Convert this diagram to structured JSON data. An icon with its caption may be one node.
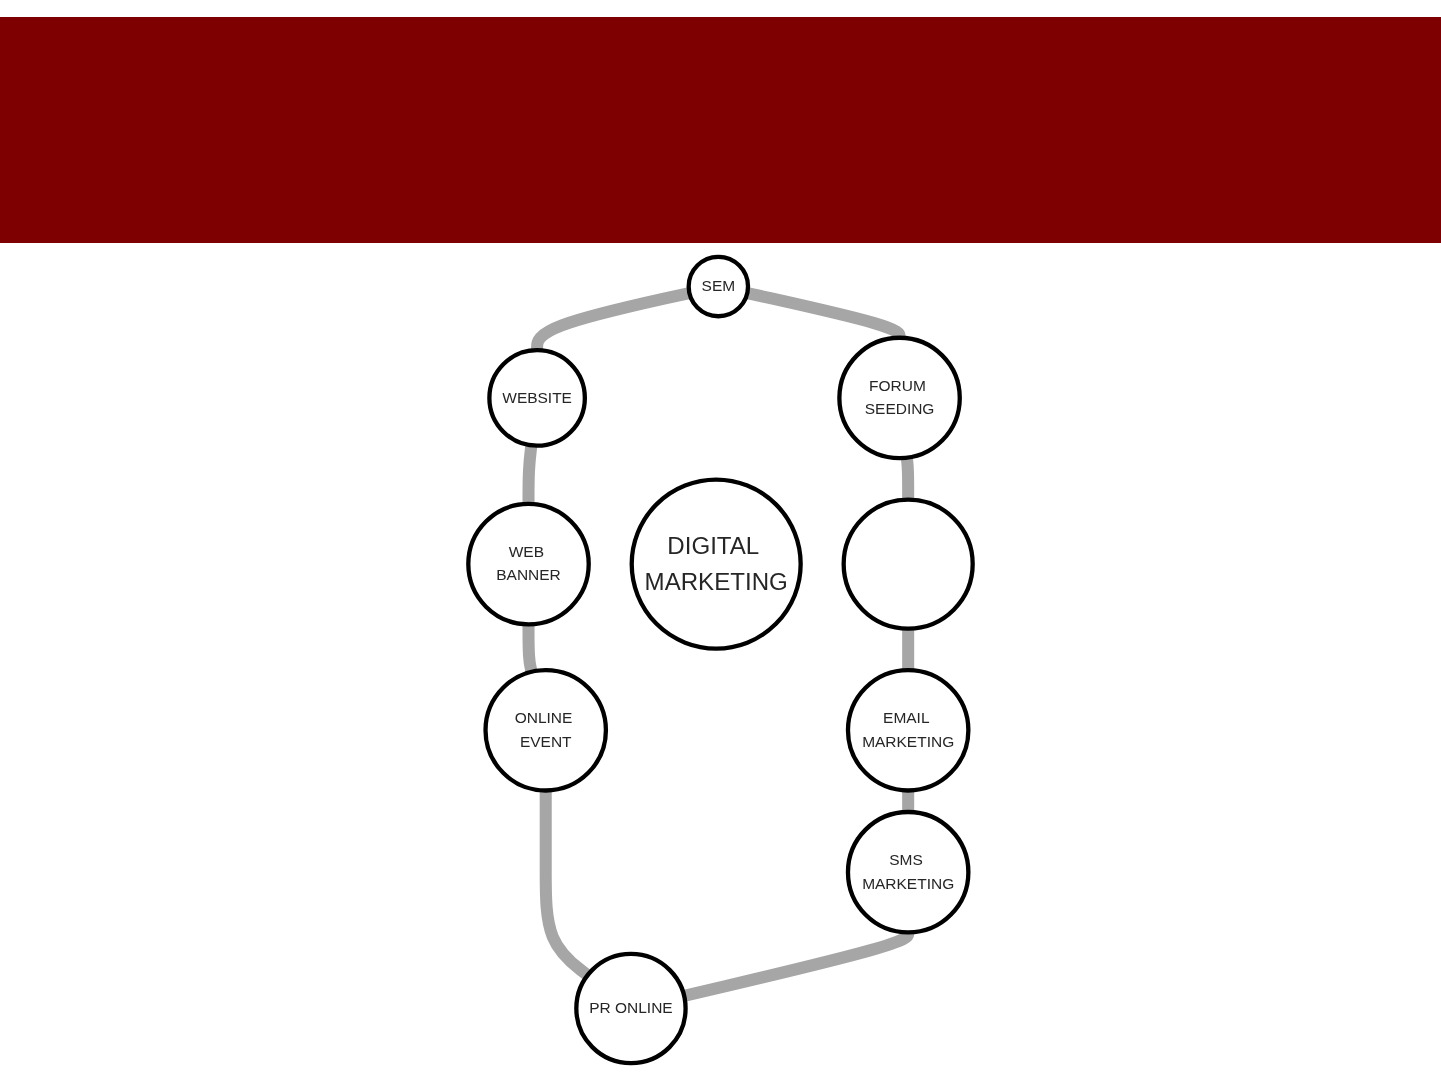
{
  "diagram": {
    "nodes": [
      {
        "text": [
          "DIGITAL MARKETING"
        ]
      },
      {
        "text": [
          "SEM"
        ]
      },
      {
        "text": [
          "FORUM SEEDING"
        ]
      },
      {
        "text": [],
        "shape": "circle"
      },
      {
        "text": [
          "EMAIL MARKETING"
        ]
      },
      {
        "text": [
          "SMS MARKETING"
        ]
      },
      {
        "text": [
          "PR ONLINE"
        ]
      },
      {
        "text": [
          "ONLINE EVENT"
        ]
      },
      {
        "text": [
          "WEB BANNER"
        ]
      },
      {
        "text": [
          "WEBSITE"
        ]
      }
    ],
    "edges": [
      {
        "from": 1,
        "to": 9,
        "arrow": "none"
      },
      {
        "from": 9,
        "to": 8,
        "arrow": "none"
      },
      {
        "from": 8,
        "to": 7,
        "arrow": "none"
      },
      {
        "from": 7,
        "to": 6,
        "arrow": "none"
      },
      {
        "from": 1,
        "to": 2,
        "arrow": "none"
      },
      {
        "from": 2,
        "to": 3,
        "arrow": "none"
      },
      {
        "from": 3,
        "to": 4,
        "arrow": "none"
      },
      {
        "from": 4,
        "to": 5,
        "arrow": "none"
      },
      {
        "from": 5,
        "to": 6,
        "arrow": "none"
      }
    ]
  }
}
